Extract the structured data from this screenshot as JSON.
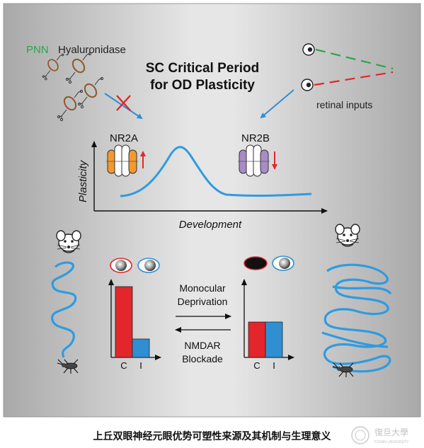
{
  "figure": {
    "title_line1": "SC Critical Period",
    "title_line2": "for OD Plasticity",
    "pnn_label": "PNN",
    "hyaluronidase_label": "Hyaluronidase",
    "retinal_label": "retinal inputs",
    "nr2a_label": "NR2A",
    "nr2b_label": "NR2B",
    "y_axis_label": "Plasticity",
    "x_axis_label": "Development",
    "md_line1": "Monocular",
    "md_line2": "Deprivation",
    "nmdar_line1": "NMDAR",
    "nmdar_line2": "Blockade"
  },
  "bar_charts": [
    {
      "categories": [
        "C",
        "I"
      ],
      "values": [
        1.0,
        0.26
      ]
    },
    {
      "categories": [
        "C",
        "I"
      ],
      "values": [
        0.5,
        0.5
      ]
    }
  ],
  "caption": "上丘双眼神经元眼优势可塑性来源及其机制与生理意义",
  "logo": {
    "text": "復旦大學",
    "subtext": "FUDAN UNIVERSITY"
  },
  "colors": {
    "red": "#e3262b",
    "blue": "#2f8fd2",
    "green": "#2aa64a",
    "orange": "#f39a2e",
    "purple": "#a98cc6",
    "curve": "#2f9be0"
  },
  "icons": [
    "neuron-icon",
    "eye-icon",
    "mouse-icon",
    "insect-icon"
  ]
}
